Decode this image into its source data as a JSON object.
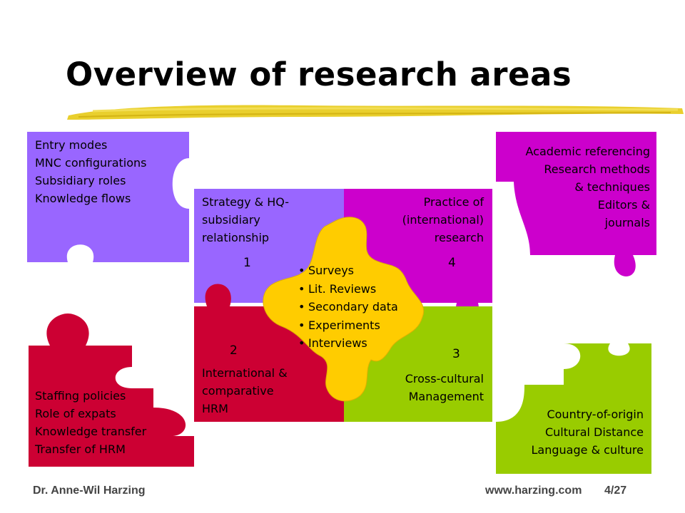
{
  "slide": {
    "title": "Overview of research areas",
    "colors": {
      "violet": "#9966ff",
      "crimson": "#cc0033",
      "magenta": "#cc00cc",
      "lime": "#99cc00",
      "gold": "#ffcc00",
      "underline": "#e8cc22"
    }
  },
  "pieces": {
    "top_left": {
      "lines": [
        "Entry modes",
        "MNC configurations",
        "Subsidiary roles",
        "Knowledge flows"
      ]
    },
    "bottom_left": {
      "lines": [
        "Staffing policies",
        "Role of expats",
        "Knowledge transfer",
        "Transfer of HRM"
      ]
    },
    "top_right": {
      "lines": [
        "Academic referencing",
        "Research methods",
        "& techniques",
        "Editors &",
        "journals"
      ]
    },
    "bottom_right": {
      "lines": [
        "Country-of-origin",
        "Cultural Distance",
        "Language & culture"
      ]
    }
  },
  "center": {
    "q1": {
      "lines": [
        "Strategy & HQ-",
        "subsidiary",
        "relationship"
      ],
      "number": "1"
    },
    "q2": {
      "lines": [
        "International &",
        "comparative",
        "HRM"
      ],
      "number": "2"
    },
    "q3": {
      "lines": [
        "Cross-cultural",
        "Management"
      ],
      "number": "3"
    },
    "q4": {
      "lines": [
        "Practice of",
        "(international)",
        "research"
      ],
      "number": "4"
    },
    "methods": [
      "Surveys",
      "Lit. Reviews",
      "Secondary data",
      "Experiments",
      "Interviews"
    ]
  },
  "footer": {
    "author": "Dr. Anne-Wil Harzing",
    "url": "www.harzing.com",
    "page": "4/27"
  }
}
